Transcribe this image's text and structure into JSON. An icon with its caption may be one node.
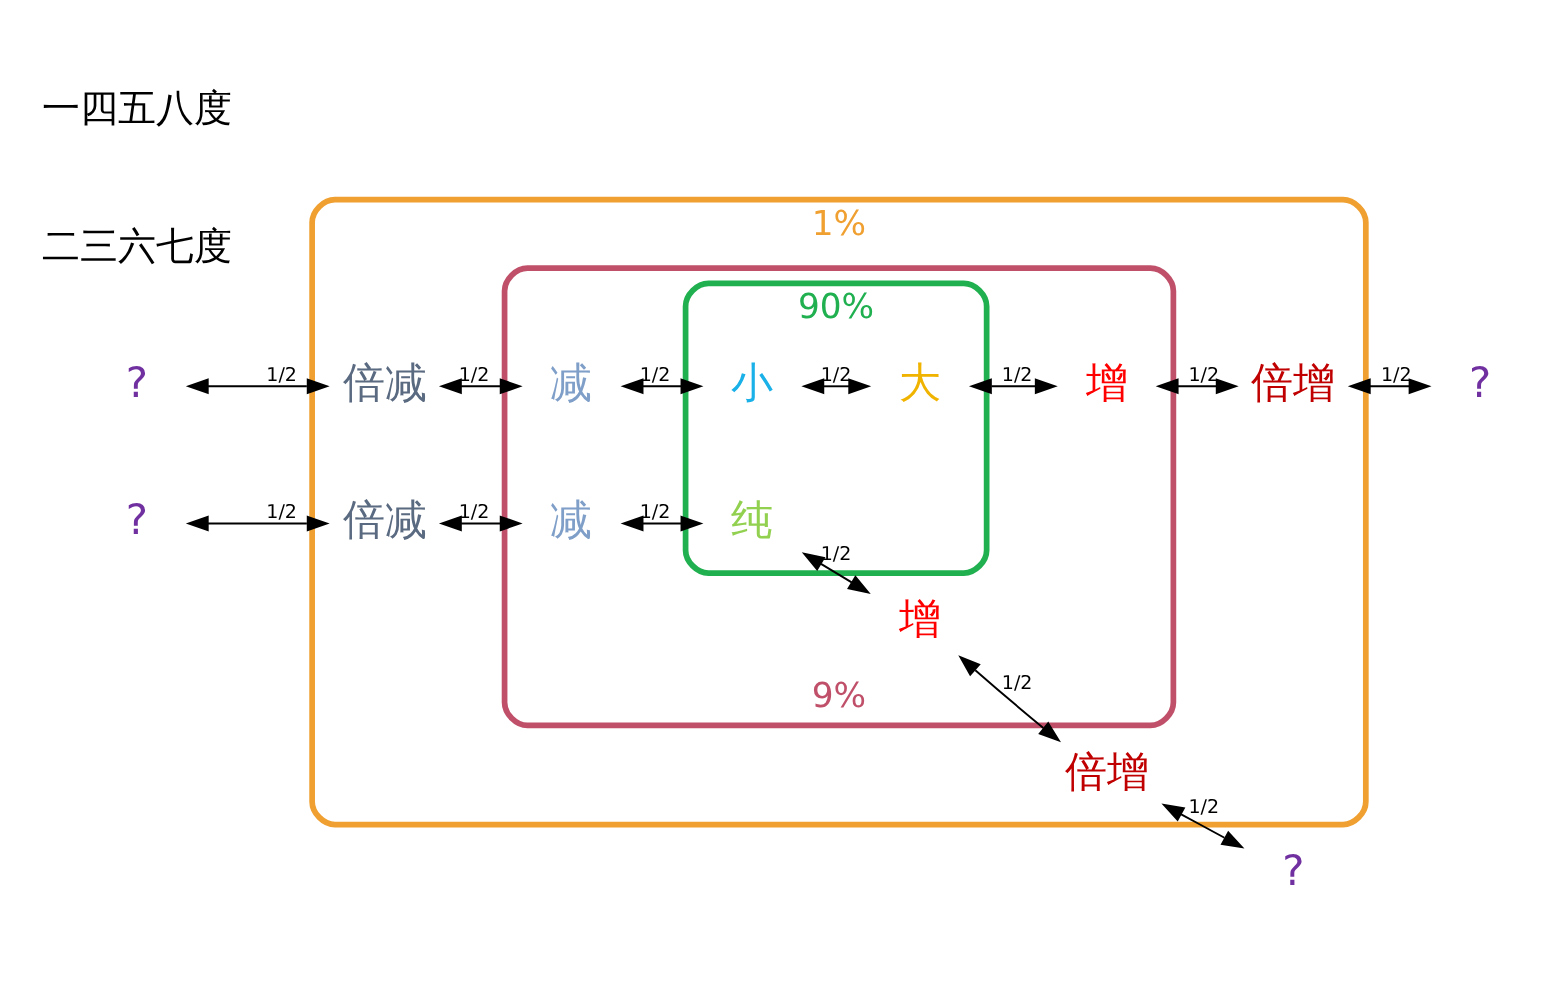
{
  "diagram": {
    "nodes": [
      {
        "text": [
          "1%"
        ]
      },
      {
        "text": [
          "9%"
        ],
        "in": 0
      },
      {
        "text": [
          "90%"
        ],
        "in": 1
      },
      {
        "text": [
          "?"
        ]
      },
      {
        "text": [
          "倍减"
        ],
        "in": 0
      },
      {
        "text": [
          "减"
        ],
        "in": 1
      },
      {
        "text": [
          "小"
        ],
        "in": 2
      },
      {
        "text": [
          "大"
        ],
        "in": 2
      },
      {
        "text": [
          "增"
        ],
        "in": 1
      },
      {
        "text": [
          "倍增"
        ],
        "in": 0
      },
      {
        "text": [
          "?"
        ]
      },
      {
        "text": [
          "?"
        ]
      },
      {
        "text": [
          "倍减"
        ],
        "in": 0
      },
      {
        "text": [
          "减"
        ],
        "in": 1
      },
      {
        "text": [
          "纯"
        ],
        "in": 2
      },
      {
        "text": [
          "增"
        ],
        "in": 1
      },
      {
        "text": [
          "倍增"
        ],
        "in": 0
      },
      {
        "text": [
          "?"
        ]
      }
    ],
    "edges": [
      {
        "from": 3,
        "to": 4,
        "arrow": "both",
        "label": "1/2"
      },
      {
        "from": 4,
        "to": 5,
        "arrow": "both",
        "label": "1/2"
      },
      {
        "from": 5,
        "to": 6,
        "arrow": "both",
        "label": "1/2"
      },
      {
        "from": 6,
        "to": 7,
        "arrow": "both",
        "label": "1/2"
      },
      {
        "from": 7,
        "to": 8,
        "arrow": "both",
        "label": "1/2"
      },
      {
        "from": 8,
        "to": 9,
        "arrow": "both",
        "label": "1/2"
      },
      {
        "from": 9,
        "to": 10,
        "arrow": "both",
        "label": "1/2"
      },
      {
        "from": 11,
        "to": 12,
        "arrow": "both",
        "label": "1/2"
      },
      {
        "from": 12,
        "to": 13,
        "arrow": "both",
        "label": "1/2"
      },
      {
        "from": 13,
        "to": 14,
        "arrow": "both",
        "label": "1/2"
      },
      {
        "from": 14,
        "to": 15,
        "arrow": "both",
        "label": "1/2"
      },
      {
        "from": 15,
        "to": 16,
        "arrow": "both",
        "label": "1/2"
      },
      {
        "from": 16,
        "to": 17,
        "arrow": "both",
        "label": "1/2"
      }
    ],
    "labels": [
      "二三六七度",
      "一四五八度"
    ]
  }
}
